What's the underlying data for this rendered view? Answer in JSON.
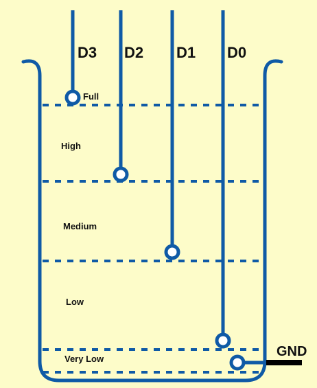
{
  "colors": {
    "background": "#fdfcc9",
    "line": "#0f5aa6",
    "text": "#111111",
    "gnd_bar": "#000000",
    "probe_fill": "#ffffff"
  },
  "probes": [
    {
      "label": "D3"
    },
    {
      "label": "D2"
    },
    {
      "label": "D1"
    },
    {
      "label": "D0"
    }
  ],
  "levels": [
    {
      "label": "Full"
    },
    {
      "label": "High"
    },
    {
      "label": "Medium"
    },
    {
      "label": "Low"
    },
    {
      "label": "Very Low"
    }
  ],
  "ground": {
    "label": "GND"
  }
}
